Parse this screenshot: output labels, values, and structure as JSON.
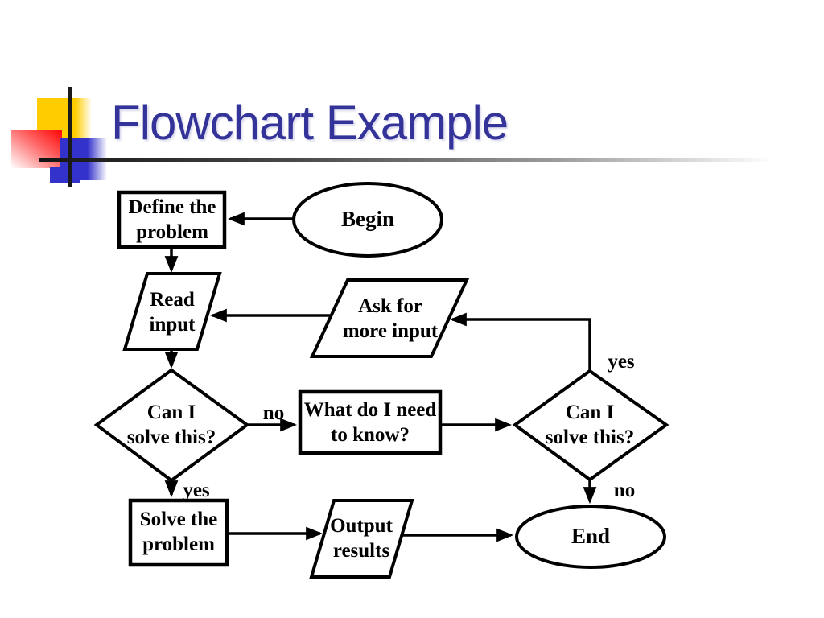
{
  "slide": {
    "title": "Flowchart Example",
    "background": "#FFFFFF"
  },
  "colors": {
    "title_text": "#333399",
    "accent_yellow": "#FFCC00",
    "accent_red": "#FF0F0F",
    "accent_blue": "#3333CC",
    "rule_dark": "#1A1A1A",
    "shape_stroke": "#000000",
    "shape_fill": "#FFFFFF"
  },
  "flowchart": {
    "nodes": {
      "begin": {
        "type": "terminator",
        "label": "Begin"
      },
      "define": {
        "type": "process",
        "label": "Define the\nproblem"
      },
      "read_input": {
        "type": "input-output",
        "label": "Read\ninput"
      },
      "ask_more": {
        "type": "input-output",
        "label": "Ask for\nmore input"
      },
      "decide_left": {
        "type": "decision",
        "label": "Can I\nsolve this?"
      },
      "what_know": {
        "type": "process",
        "label": "What do I need\nto know?"
      },
      "decide_right": {
        "type": "decision",
        "label": "Can I\nsolve this?"
      },
      "solve": {
        "type": "process",
        "label": "Solve the\nproblem"
      },
      "output": {
        "type": "input-output",
        "label": "Output\nresults"
      },
      "end": {
        "type": "terminator",
        "label": "End"
      }
    },
    "edge_labels": {
      "decide_left_no": "no",
      "decide_left_yes": "yes",
      "decide_right_yes": "yes",
      "decide_right_no": "no"
    }
  }
}
